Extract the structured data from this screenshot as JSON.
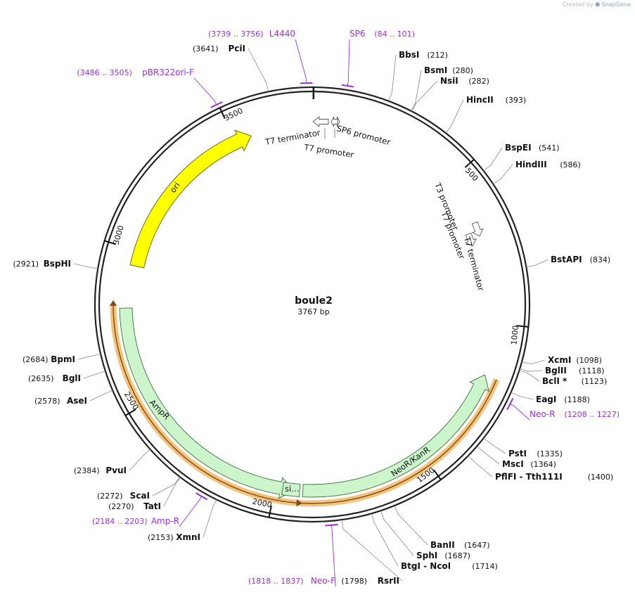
{
  "credit": {
    "prefix": "Created by",
    "brand": "SnapGene"
  },
  "plasmid": {
    "name": "boule2",
    "length_label": "3767 bp",
    "length": 3767
  },
  "ticks": [
    {
      "label": "500",
      "pos": 500
    },
    {
      "label": "1000",
      "pos": 1000
    },
    {
      "label": "1500",
      "pos": 1500
    },
    {
      "label": "2000",
      "pos": 2000
    },
    {
      "label": "2500",
      "pos": 2500
    },
    {
      "label": "3000",
      "pos": 3000
    },
    {
      "label": "3500",
      "pos": 3500
    }
  ],
  "enzymes": [
    {
      "name": "PciI",
      "pos": "(3641)",
      "site": 3641,
      "side": "left"
    },
    {
      "name": "BbsI",
      "pos": "(212)",
      "site": 212,
      "side": "right"
    },
    {
      "name": "BsmI",
      "pos": "(280)",
      "site": 280,
      "side": "right"
    },
    {
      "name": "NsiI",
      "pos": "(282)",
      "site": 282,
      "side": "right"
    },
    {
      "name": "HincII",
      "pos": "(393)",
      "site": 393,
      "side": "right"
    },
    {
      "name": "BspEI",
      "pos": "(541)",
      "site": 541,
      "side": "right"
    },
    {
      "name": "HindIII",
      "pos": "(586)",
      "site": 586,
      "side": "right"
    },
    {
      "name": "BstAPI",
      "pos": "(834)",
      "site": 834,
      "side": "right"
    },
    {
      "name": "XcmI",
      "pos": "(1098)",
      "site": 1098,
      "side": "right"
    },
    {
      "name": "BglII",
      "pos": "(1118)",
      "site": 1118,
      "side": "right"
    },
    {
      "name": "BclI *",
      "pos": "(1123)",
      "site": 1123,
      "side": "right"
    },
    {
      "name": "EagI",
      "pos": "(1188)",
      "site": 1188,
      "side": "right"
    },
    {
      "name": "PstI",
      "pos": "(1335)",
      "site": 1335,
      "side": "right"
    },
    {
      "name": "MscI",
      "pos": "(1364)",
      "site": 1364,
      "side": "right"
    },
    {
      "name": "PflFI  - Tth111I",
      "pos": "(1400)",
      "site": 1400,
      "side": "right"
    },
    {
      "name": "BanII",
      "pos": "(1647)",
      "site": 1647,
      "side": "right"
    },
    {
      "name": "SphI",
      "pos": "(1687)",
      "site": 1687,
      "side": "right"
    },
    {
      "name": "BtgI  - NcoI",
      "pos": "(1714)",
      "site": 1714,
      "side": "right"
    },
    {
      "name": "RsrII",
      "pos": "(1798)",
      "site": 1798,
      "side": "left"
    },
    {
      "name": "XmnI",
      "pos": "(2153)",
      "site": 2153,
      "side": "left"
    },
    {
      "name": "TatI",
      "pos": "(2270)",
      "site": 2270,
      "side": "left"
    },
    {
      "name": "ScaI",
      "pos": "(2272)",
      "site": 2272,
      "side": "left"
    },
    {
      "name": "PvuI",
      "pos": "(2384)",
      "site": 2384,
      "side": "left"
    },
    {
      "name": "AseI",
      "pos": "(2578)",
      "site": 2578,
      "side": "left"
    },
    {
      "name": "BglI",
      "pos": "(2635)",
      "site": 2635,
      "side": "left"
    },
    {
      "name": "BpmI",
      "pos": "(2684)",
      "site": 2684,
      "side": "left"
    },
    {
      "name": "BspHI",
      "pos": "(2921)",
      "site": 2921,
      "side": "left"
    }
  ],
  "primers": [
    {
      "name": "L4440",
      "pos": "(3739 .. 3756)",
      "start": 3739,
      "end": 3756
    },
    {
      "name": "SP6",
      "pos": "(84 .. 101)",
      "start": 84,
      "end": 101
    },
    {
      "name": "pBR322ori-F",
      "pos": "(3486 .. 3505)",
      "start": 3486,
      "end": 3505
    },
    {
      "name": "Neo-R",
      "pos": "(1208 .. 1227)",
      "start": 1208,
      "end": 1227
    },
    {
      "name": "Neo-F",
      "pos": "(1818 .. 1837)",
      "start": 1818,
      "end": 1837
    },
    {
      "name": "Amp-R",
      "pos": "(2184 .. 2203)",
      "start": 2184,
      "end": 2203
    }
  ],
  "features": [
    {
      "name": "ori",
      "start": 2950,
      "end": 3555,
      "color": "#ffff00",
      "stroke": "#5a5a00",
      "dir": "cw"
    },
    {
      "name": "AmpR",
      "start": 1940,
      "end": 2810,
      "color": "#ccf5cc",
      "stroke": "#3c6e3c",
      "dir": "ccw"
    },
    {
      "name": "si…",
      "start": 1920,
      "end": 1975,
      "color": "#ccf5cc",
      "stroke": "#3c6e3c",
      "dir": "none"
    },
    {
      "name": "NeoR/KanR",
      "start": 1170,
      "end": 1910,
      "color": "#ccf5cc",
      "stroke": "#3c6e3c",
      "dir": "ccw"
    }
  ],
  "promoters": [
    {
      "name": "T7 terminator",
      "group": "top"
    },
    {
      "name": "SP6 promoter",
      "group": "top"
    },
    {
      "name": "T7 promoter",
      "group": "top"
    },
    {
      "name": "T3 promoter",
      "group": "right"
    },
    {
      "name": "T7 terminator",
      "group": "right"
    },
    {
      "name": "T7 promoter",
      "group": "right"
    }
  ],
  "colors": {
    "primer": "#9b30d9",
    "orf_highlight": "#f5c27a",
    "orf_line": "#7a4a1a",
    "backbone": "#222222"
  }
}
